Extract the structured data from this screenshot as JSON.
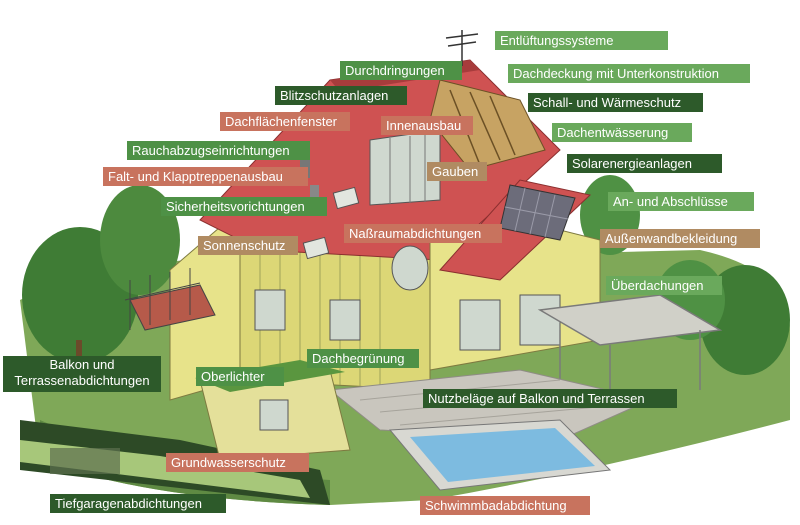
{
  "colors": {
    "dark_green": "#2d5a2a",
    "mid_green": "#4e9146",
    "light_green": "#6aa95c",
    "salmon": "#c8735e",
    "tan": "#b08b62",
    "roof_red": "#cf5252",
    "wall_yellow": "#e7e38a",
    "lawn": "#7fa858",
    "tree": "#3f7c35",
    "pool_water": "#7dbbe0"
  },
  "labels": [
    {
      "id": "entlueftung",
      "text": "Entlüftungssysteme",
      "color": "light_green"
    },
    {
      "id": "durchdringungen",
      "text": "Durchdringungen",
      "color": "mid_green"
    },
    {
      "id": "dachdeckung",
      "text": "Dachdeckung mit Unterkonstruktion",
      "color": "light_green"
    },
    {
      "id": "blitzschutz",
      "text": "Blitzschutzanlagen",
      "color": "dark_green"
    },
    {
      "id": "schall",
      "text": "Schall- und Wärmeschutz",
      "color": "dark_green"
    },
    {
      "id": "dachflaechenfenster",
      "text": "Dachflächenfenster",
      "color": "salmon"
    },
    {
      "id": "innenausbau",
      "text": "Innenausbau",
      "color": "salmon"
    },
    {
      "id": "dachentwaesserung",
      "text": "Dachentwässerung",
      "color": "light_green"
    },
    {
      "id": "rauchabzug",
      "text": "Rauchabzugseinrichtungen",
      "color": "mid_green"
    },
    {
      "id": "solar",
      "text": "Solarenergieanlagen",
      "color": "dark_green"
    },
    {
      "id": "falt",
      "text": "Falt- und Klapptreppenausbau",
      "color": "salmon"
    },
    {
      "id": "gauben",
      "text": "Gauben",
      "color": "tan"
    },
    {
      "id": "sicherheit",
      "text": "Sicherheitsvorichtungen",
      "color": "mid_green"
    },
    {
      "id": "anschluesse",
      "text": "An- und Abschlüsse",
      "color": "light_green"
    },
    {
      "id": "sonnenschutz",
      "text": "Sonnenschutz",
      "color": "tan"
    },
    {
      "id": "nassraum",
      "text": "Naßraumabdichtungen",
      "color": "salmon"
    },
    {
      "id": "aussenwand",
      "text": "Außenwandbekleidung",
      "color": "tan"
    },
    {
      "id": "ueberdachungen",
      "text": "Überdachungen",
      "color": "light_green"
    },
    {
      "id": "balkon",
      "text": "Balkon und Terrassenabdichtungen",
      "color": "dark_green"
    },
    {
      "id": "dachbegruenung",
      "text": "Dachbegrünung",
      "color": "mid_green"
    },
    {
      "id": "oberlichter",
      "text": "Oberlichter",
      "color": "mid_green"
    },
    {
      "id": "nutzbelaege",
      "text": "Nutzbeläge auf Balkon und Terrassen",
      "color": "dark_green"
    },
    {
      "id": "grundwasser",
      "text": "Grundwasserschutz",
      "color": "salmon"
    },
    {
      "id": "tiefgarage",
      "text": "Tiefgaragenabdichtungen",
      "color": "dark_green"
    },
    {
      "id": "schwimmbad",
      "text": "Schwimmbadabdichtung",
      "color": "salmon"
    }
  ]
}
